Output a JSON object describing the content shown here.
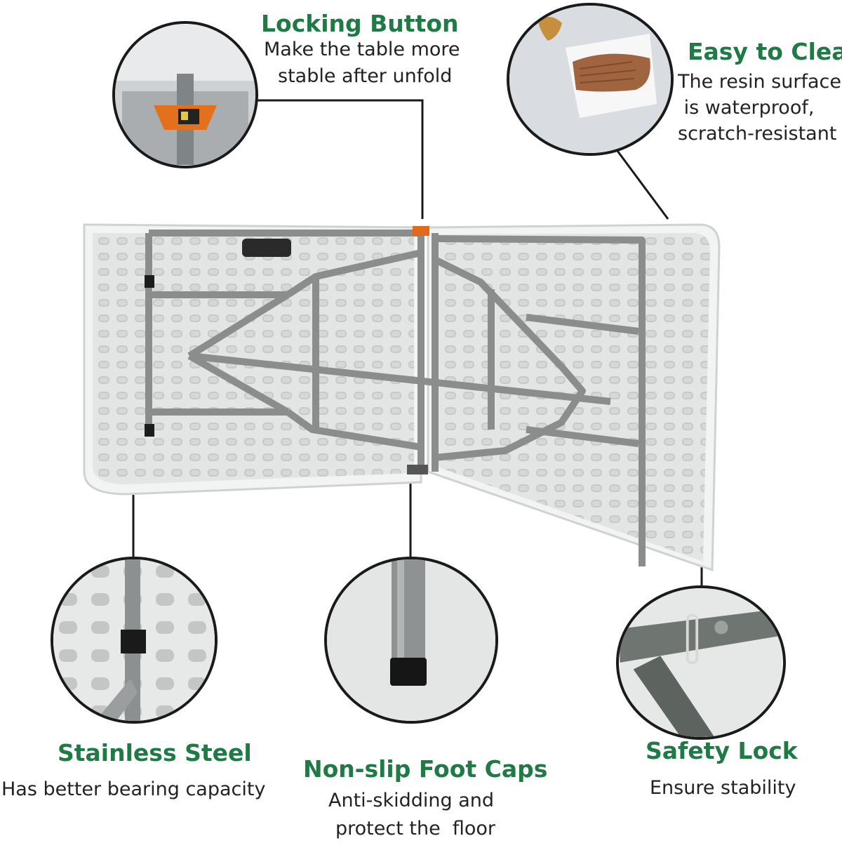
{
  "features": {
    "locking_button": {
      "title": "Locking Button",
      "desc_1": "Make the table more",
      "desc_2": "stable after unfold",
      "icon": "lock-mechanism-closeup"
    },
    "easy_clean": {
      "title": "Easy to Clean",
      "desc_1": "The resin surface",
      "desc_2": " is waterproof,",
      "desc_3": "scratch-resistant",
      "icon": "wiping-hand-closeup"
    },
    "stainless_steel": {
      "title": "Stainless Steel",
      "desc_1": "Has better bearing capacity",
      "icon": "steel-leg-closeup"
    },
    "foot_caps": {
      "title": "Non-slip Foot Caps",
      "desc_1": "Anti-skidding and",
      "desc_2": "protect the  floor",
      "icon": "foot-cap-closeup"
    },
    "safety_lock": {
      "title": "Safety Lock",
      "desc_1": "Ensure stability",
      "icon": "safety-lock-closeup"
    }
  },
  "colors": {
    "title_green": "#1f7a45",
    "frame_gray": "#8a8d8c",
    "tabletop": "#e9eaea",
    "outline": "#1a1a1a"
  }
}
